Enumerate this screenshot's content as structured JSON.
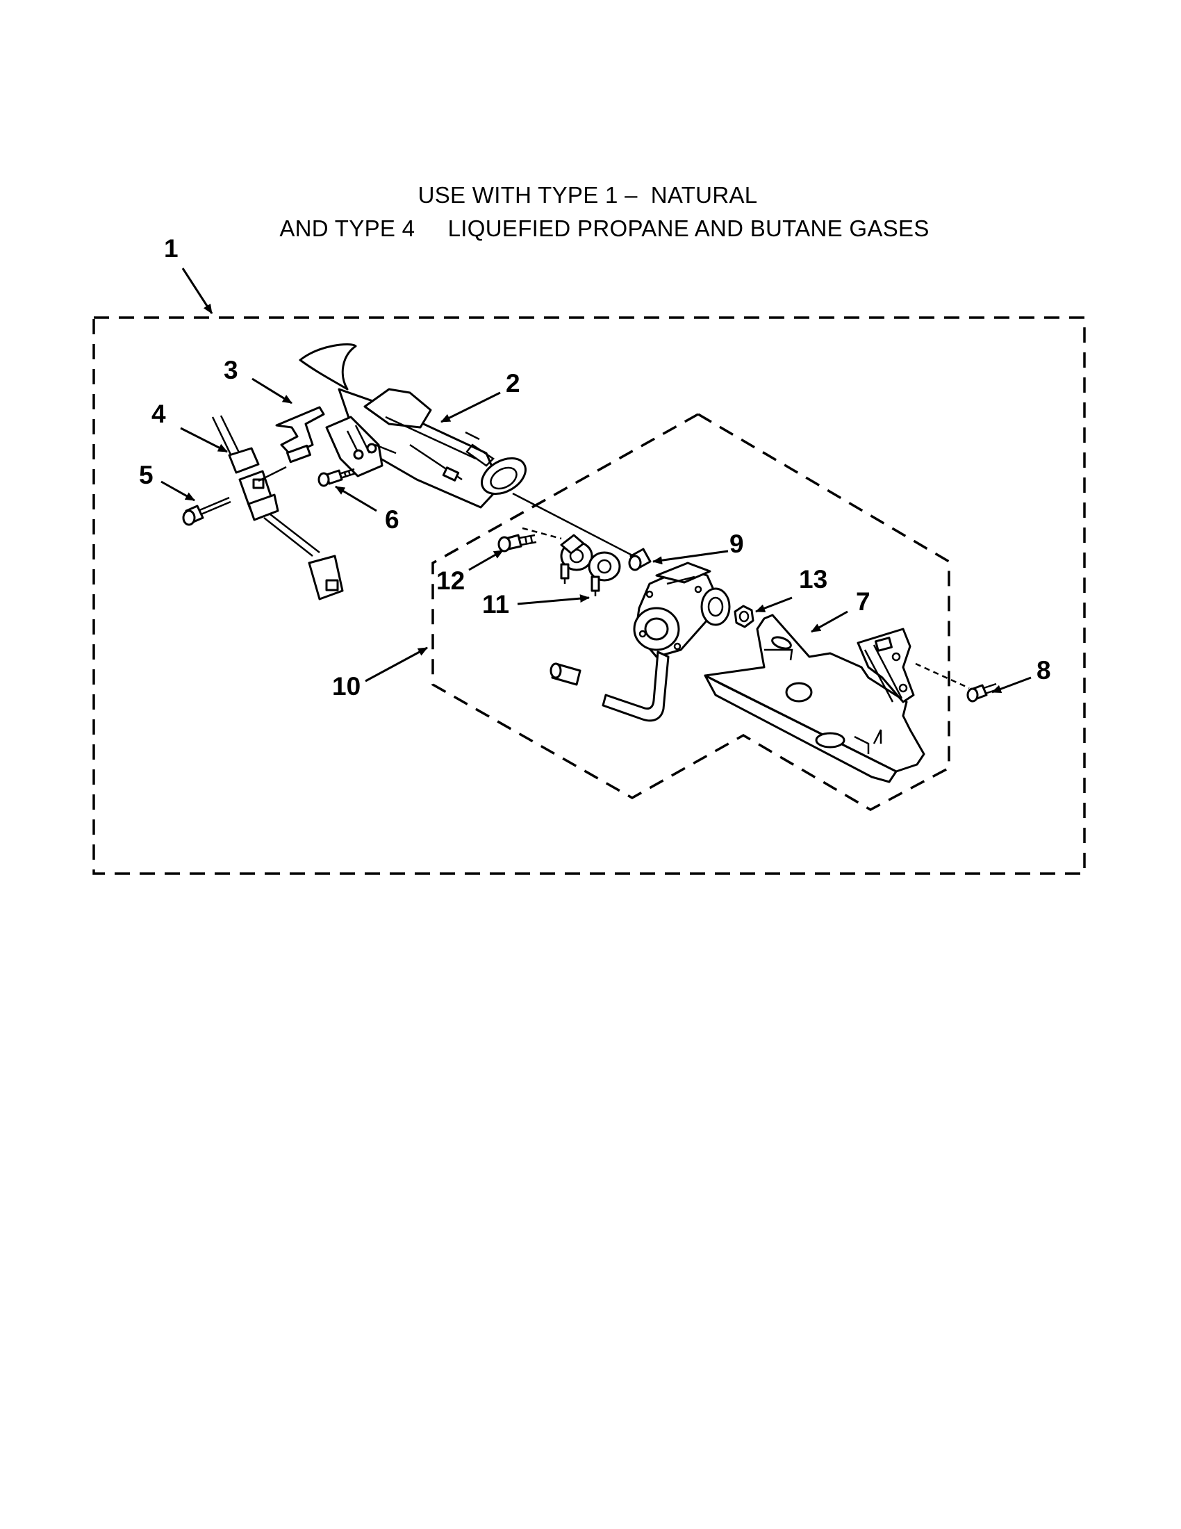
{
  "header": {
    "line1": "USE WITH TYPE 1 –  NATURAL",
    "line2": "AND TYPE 4     LIQUEFIED PROPANE AND BUTANE GASES"
  },
  "callouts": [
    "1",
    "2",
    "3",
    "4",
    "5",
    "6",
    "7",
    "8",
    "9",
    "10",
    "11",
    "12",
    "13"
  ]
}
